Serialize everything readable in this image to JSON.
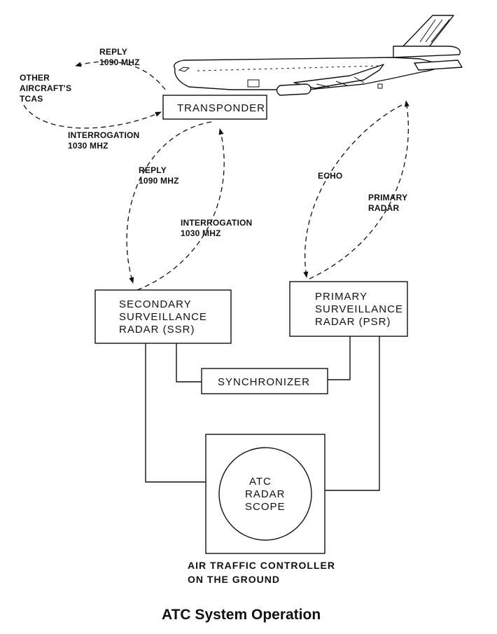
{
  "labels": {
    "reply_top": "REPLY",
    "reply_top_freq": "1090 MHZ",
    "other_aircraft_1": "OTHER",
    "other_aircraft_2": "AIRCRAFT'S",
    "other_aircraft_3": "TCAS",
    "interrogation_top": "INTERROGATION",
    "interrogation_top_freq": "1030 MHZ",
    "transponder": "TRANSPONDER",
    "reply_mid": "REPLY",
    "reply_mid_freq": "1090 MHZ",
    "interrogation_mid": "INTERROGATION",
    "interrogation_mid_freq": "1030 MHZ",
    "echo": "ECHO",
    "primary_radar_1": "PRIMARY",
    "primary_radar_2": "RADAR",
    "ssr_1": "SECONDARY",
    "ssr_2": "SURVEILLANCE",
    "ssr_3": "RADAR (SSR)",
    "psr_1": "PRIMARY",
    "psr_2": "SURVEILLANCE",
    "psr_3": "RADAR (PSR)",
    "synchronizer": "SYNCHRONIZER",
    "scope_1": "ATC",
    "scope_2": "RADAR",
    "scope_3": "SCOPE",
    "ground_1": "AIR TRAFFIC CONTROLLER",
    "ground_2": "ON THE GROUND"
  },
  "caption": "ATC System Operation",
  "icons": {
    "aircraft": "airliner-icon",
    "arrowhead": "arrowhead-icon"
  }
}
